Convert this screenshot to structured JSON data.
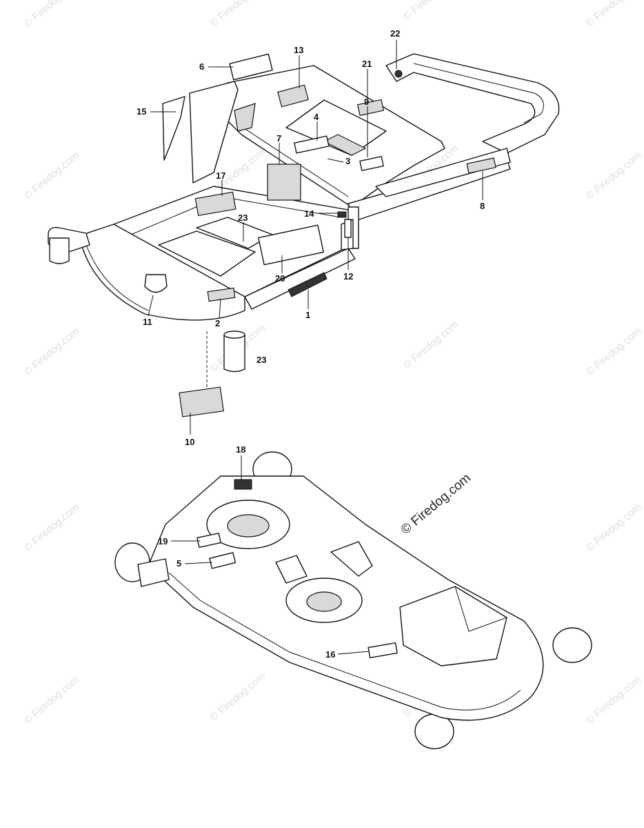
{
  "diagram": {
    "copyright": "© Firedog.com",
    "watermark": "© Firedog.com",
    "callouts": [
      {
        "id": "c22",
        "label": "22"
      },
      {
        "id": "c13",
        "label": "13"
      },
      {
        "id": "c21",
        "label": "21"
      },
      {
        "id": "c6",
        "label": "6"
      },
      {
        "id": "c15",
        "label": "15"
      },
      {
        "id": "c4",
        "label": "4"
      },
      {
        "id": "c9",
        "label": "9"
      },
      {
        "id": "c7",
        "label": "7"
      },
      {
        "id": "c3",
        "label": "3"
      },
      {
        "id": "c17",
        "label": "17"
      },
      {
        "id": "c8",
        "label": "8"
      },
      {
        "id": "c14",
        "label": "14"
      },
      {
        "id": "c23a",
        "label": "23"
      },
      {
        "id": "c12",
        "label": "12"
      },
      {
        "id": "c20",
        "label": "20"
      },
      {
        "id": "c1",
        "label": "1"
      },
      {
        "id": "c11",
        "label": "11"
      },
      {
        "id": "c2",
        "label": "2"
      },
      {
        "id": "c23b",
        "label": "23"
      },
      {
        "id": "c10",
        "label": "10"
      },
      {
        "id": "c18",
        "label": "18"
      },
      {
        "id": "c19",
        "label": "19"
      },
      {
        "id": "c5",
        "label": "5"
      },
      {
        "id": "c16",
        "label": "16"
      }
    ]
  }
}
